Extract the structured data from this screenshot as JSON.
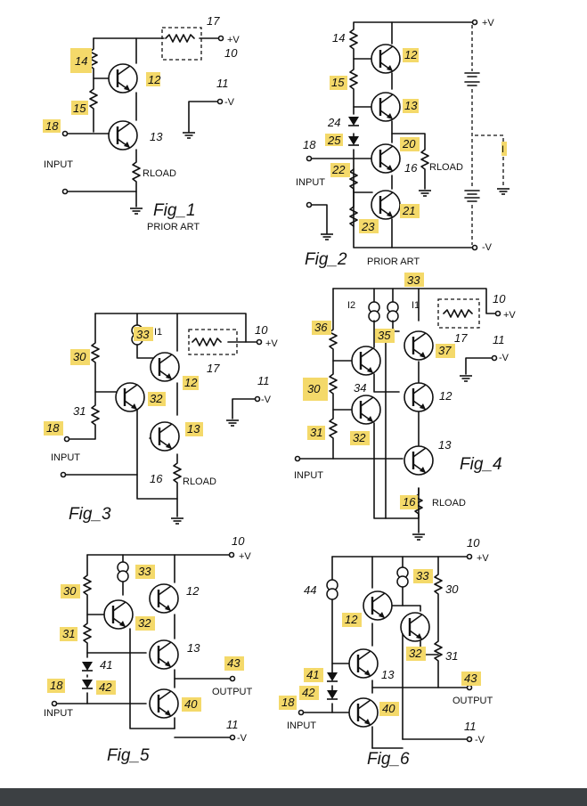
{
  "fig1": {
    "caption": "Fig_1",
    "subcaption": "PRIOR ART",
    "refs": {
      "r14": "14",
      "r15": "15",
      "q12": "12",
      "q13": "13",
      "in18": "18",
      "b17": "17",
      "t10": "10",
      "t11": "11"
    },
    "labels": {
      "input": "INPUT",
      "vpos": "+V",
      "vneg": "-V",
      "rload": "RLOAD"
    }
  },
  "fig2": {
    "caption": "Fig_2",
    "subcaption": "PRIOR ART",
    "refs": {
      "r14": "14",
      "r15": "15",
      "q12": "12",
      "q13": "13",
      "d24": "24",
      "d25": "25",
      "in18": "18",
      "q20": "20",
      "r16": "16",
      "r22": "22",
      "q21": "21",
      "r23": "23",
      "mark": "I"
    },
    "labels": {
      "input": "INPUT",
      "vpos": "+V",
      "vneg": "-V",
      "rload": "RLOAD"
    }
  },
  "fig3": {
    "caption": "Fig_3",
    "refs": {
      "s33": "33",
      "i1": "I1",
      "t10": "10",
      "r30": "30",
      "q12": "12",
      "b17": "17",
      "q32": "32",
      "t11": "11",
      "r31": "31",
      "in18": "18",
      "q13": "13",
      "r16": "16"
    },
    "labels": {
      "input": "INPUT",
      "vpos": "+V",
      "vneg": "-V",
      "rload": "RLOAD"
    }
  },
  "fig4": {
    "caption": "Fig_4",
    "refs": {
      "s33": "33",
      "i2": "I2",
      "i1": "I1",
      "t10": "10",
      "r36": "36",
      "s35": "35",
      "b17": "17",
      "q37": "37",
      "t11": "11",
      "r30": "30",
      "n34": "34",
      "q12": "12",
      "r31": "31",
      "q32": "32",
      "q13": "13",
      "r16": "16"
    },
    "labels": {
      "input": "INPUT",
      "vpos": "+V",
      "vneg": "-V",
      "rload": "RLOAD"
    }
  },
  "fig5": {
    "caption": "Fig_5",
    "refs": {
      "t10": "10",
      "s33": "33",
      "q12": "12",
      "r30": "30",
      "q32": "32",
      "r31": "31",
      "q13": "13",
      "d41": "41",
      "o43": "43",
      "d42": "42",
      "in18": "18",
      "q40": "40",
      "t11": "11"
    },
    "labels": {
      "input": "INPUT",
      "output": "OUTPUT",
      "vpos": "+V",
      "vneg": "-V"
    }
  },
  "fig6": {
    "caption": "Fig_6",
    "refs": {
      "t10": "10",
      "s44": "44",
      "s33": "33",
      "r30": "30",
      "q12": "12",
      "q32": "32",
      "r31": "31",
      "d41": "41",
      "q13": "13",
      "o43": "43",
      "d42": "42",
      "in18": "18",
      "q40": "40",
      "t11": "11"
    },
    "labels": {
      "input": "INPUT",
      "output": "OUTPUT",
      "vpos": "+V",
      "vneg": "-V"
    }
  },
  "colors": {
    "highlight": "#f4d96a",
    "ink": "#111111",
    "bottom_bar": "#3c4043"
  }
}
